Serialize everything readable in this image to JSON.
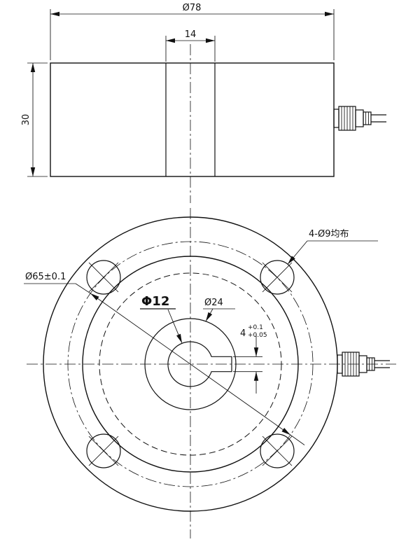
{
  "drawing": {
    "background": "#ffffff",
    "line_color": "#111111",
    "side_view": {
      "outer_diameter": "Ø78",
      "bore_width": "14",
      "height": "30"
    },
    "plan_view": {
      "bolt_circle_diameter": "Ø65±0.1",
      "center_hole_diameter": "Φ12",
      "boss_diameter": "Ø24",
      "bolt_holes_note": "4-Ø9均布",
      "keyway_width": "4",
      "keyway_tolerance_upper": "+0.1",
      "keyway_tolerance_lower": "+0.05"
    }
  }
}
